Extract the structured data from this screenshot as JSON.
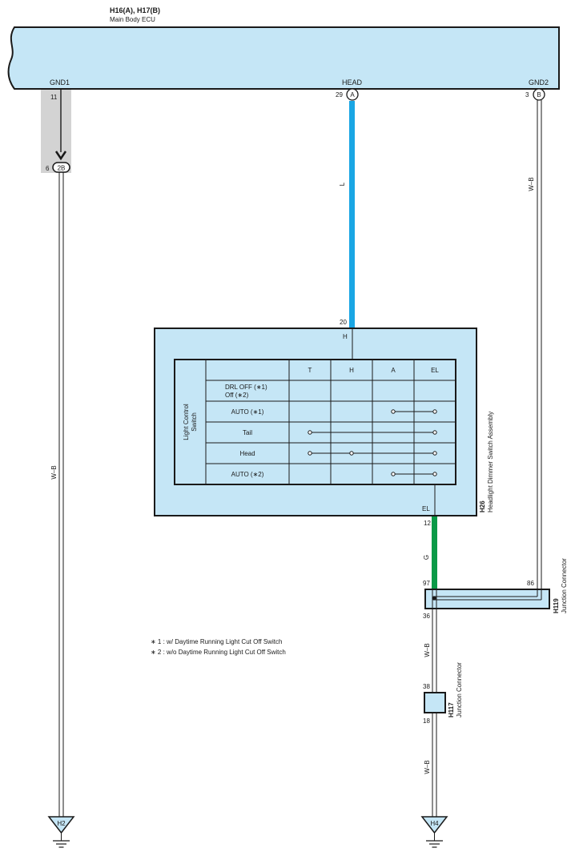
{
  "ecu": {
    "code": "H16(A), H17(B)",
    "name": "Main Body ECU",
    "pins": {
      "gnd1": {
        "label": "GND1",
        "pin": "11"
      },
      "head": {
        "label": "HEAD",
        "pin": "29",
        "connector": "A"
      },
      "gnd2": {
        "label": "GND2",
        "pin": "3",
        "connector": "B"
      }
    }
  },
  "junction_2b": {
    "pin": "6",
    "connector": "2B"
  },
  "wires": {
    "gnd1": "W–B",
    "head": "L",
    "gnd2": "W–B",
    "el": "G",
    "h119_h117": "W–B",
    "h117_ground": "W–B"
  },
  "colors": {
    "wire_l": "#1aa6e4",
    "wire_g": "#0a9a47",
    "box_fill": "#c5e6f6",
    "ground_box": "#d3d3d3"
  },
  "switch_assembly": {
    "code": "H26",
    "name": "Headlight Dimmer Switch Assembly",
    "pin_top": {
      "number": "20",
      "label": "H"
    },
    "pin_bottom": {
      "label": "EL",
      "number": "12"
    },
    "table": {
      "side_label_1": "Light Control",
      "side_label_2": "Switch",
      "columns": [
        "T",
        "H",
        "A",
        "EL"
      ],
      "rows": [
        {
          "label": "DRL OFF (∗1)",
          "label2": "Off (∗2)"
        },
        {
          "label": "AUTO (∗1)"
        },
        {
          "label": "Tail"
        },
        {
          "label": "Head"
        },
        {
          "label": "AUTO (∗2)"
        }
      ]
    }
  },
  "notes": [
    "∗ 1 : w/ Daytime Running Light Cut Off Switch",
    "∗ 2 : w/o Daytime Running Light Cut Off Switch"
  ],
  "h119": {
    "code": "H119",
    "name": "Junction Connector",
    "pin_97": "97",
    "pin_86": "86",
    "pin_36": "36"
  },
  "h117": {
    "code": "H117",
    "name": "Junction Connector",
    "pin_top": "38",
    "pin_bottom": "18"
  },
  "grounds": {
    "left": "H2",
    "right": "H4"
  }
}
